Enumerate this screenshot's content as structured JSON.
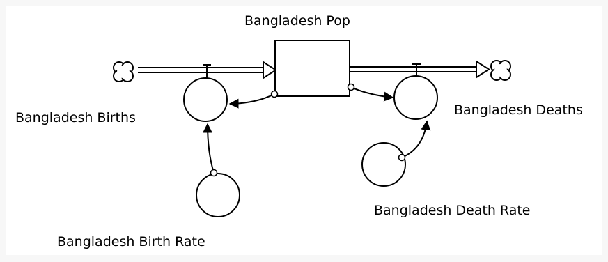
{
  "stock": {
    "label": "Bangladesh Pop"
  },
  "flows": {
    "births": {
      "label": "Bangladesh Births"
    },
    "deaths": {
      "label": "Bangladesh Deaths"
    }
  },
  "converters": {
    "birth_rate": {
      "label": "Bangladesh Birth Rate"
    },
    "death_rate": {
      "label": "Bangladesh Death Rate"
    }
  },
  "colors": {
    "line": "#000000",
    "background": "#ffffff"
  }
}
